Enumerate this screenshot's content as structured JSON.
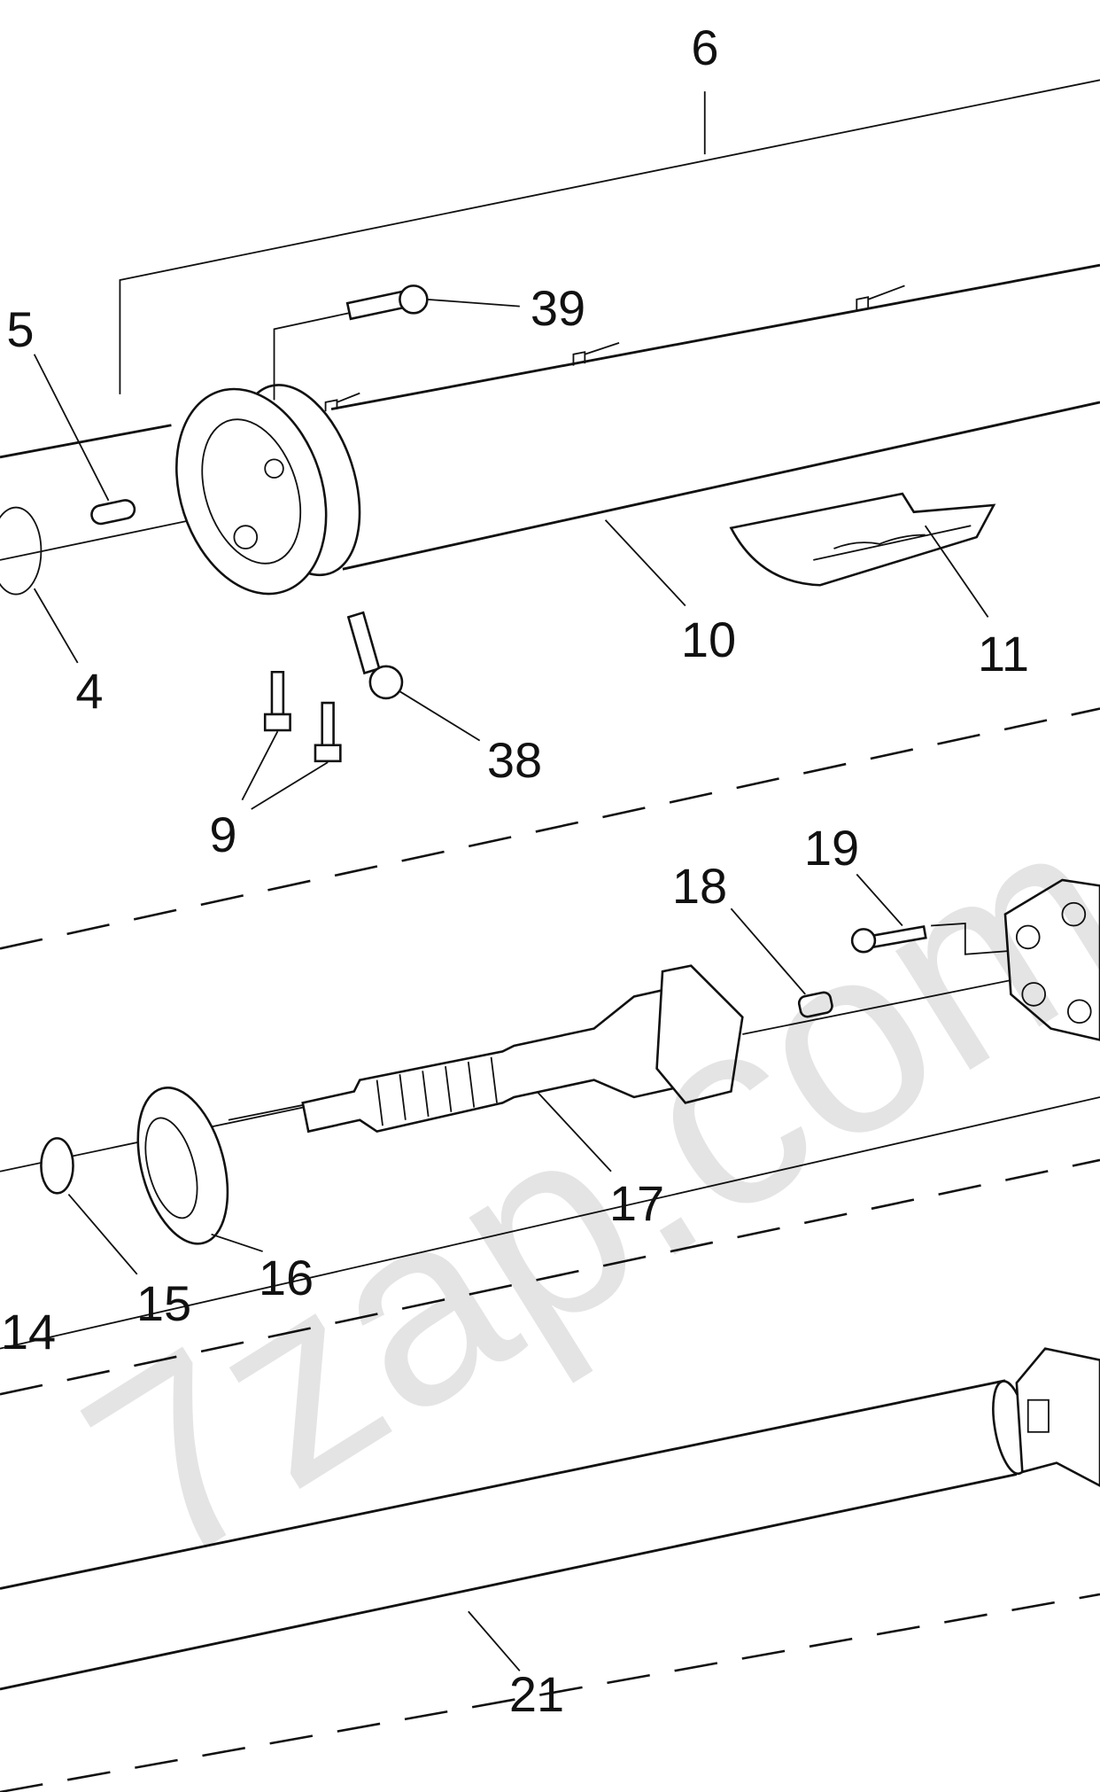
{
  "diagram": {
    "callouts": [
      "6",
      "39",
      "5",
      "4",
      "10",
      "11",
      "38",
      "9",
      "19",
      "18",
      "17",
      "16",
      "15",
      "14",
      "21"
    ]
  },
  "watermark": "7zap.com"
}
